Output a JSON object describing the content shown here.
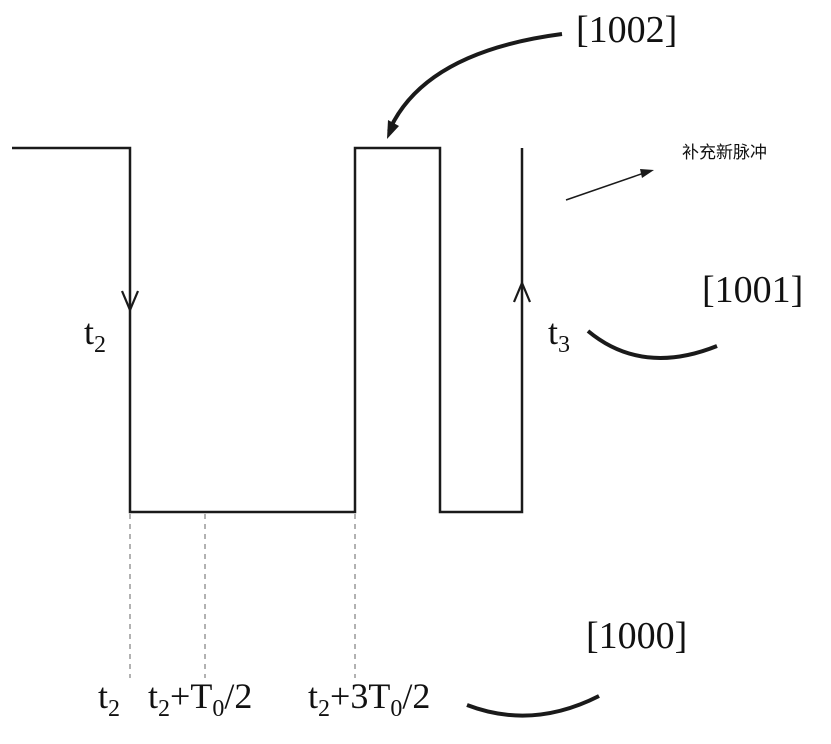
{
  "figure": {
    "references": {
      "r1002": "[1002]",
      "r1001": "[1001]",
      "r1000": "[1000]"
    },
    "annotation": {
      "text": "补充新脉冲"
    },
    "markers": {
      "t2": {
        "base": "t",
        "sub": "2"
      },
      "t3": {
        "base": "t",
        "sub": "3"
      }
    },
    "axis": {
      "l1": {
        "p1": "t",
        "s1": "2"
      },
      "l2": {
        "p1": "t",
        "s1": "2",
        "p2": "+T",
        "s2": "0",
        "p3": "/2"
      },
      "l3": {
        "p1": "t",
        "s1": "2",
        "p2": "+3T",
        "s2": "0",
        "p3": "/2"
      }
    },
    "colors": {
      "line": "#1a1a1a",
      "dashed": "#999999",
      "background": "#ffffff"
    }
  }
}
